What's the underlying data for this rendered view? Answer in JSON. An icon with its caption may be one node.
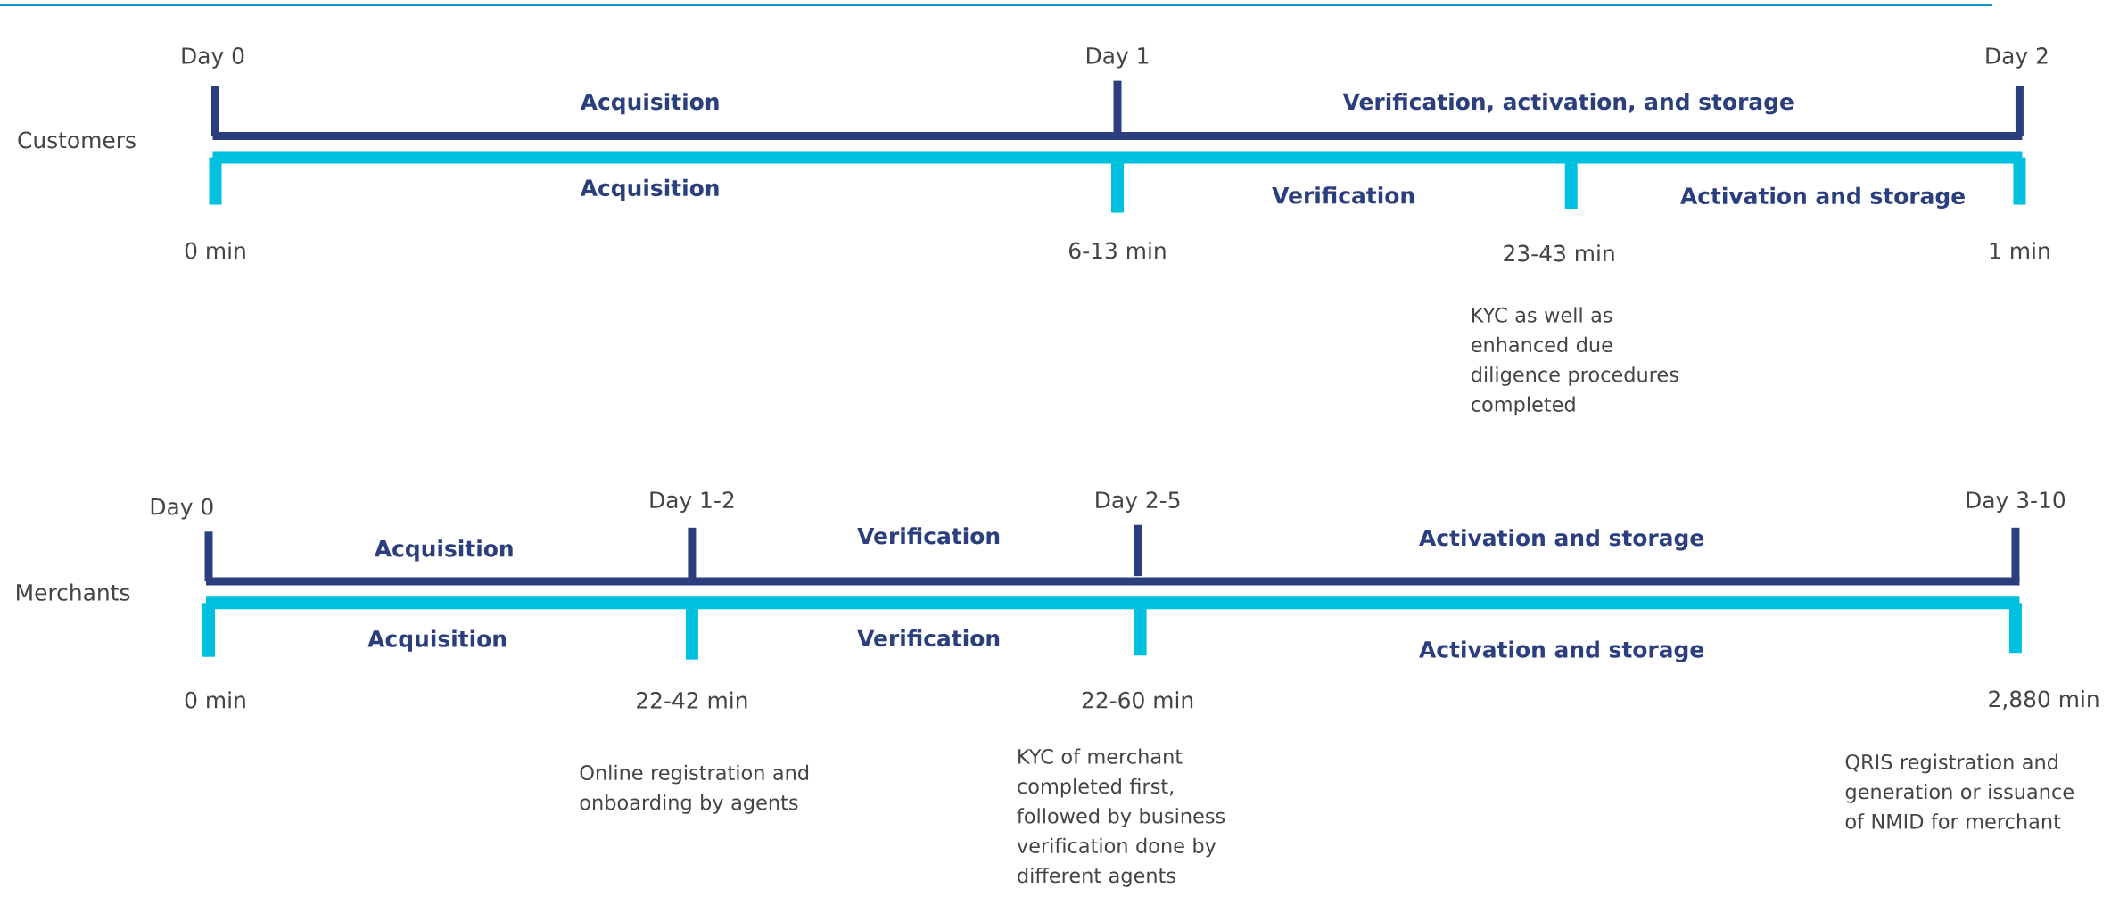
{
  "diagram": {
    "labels": [
      "Day 0",
      "Day 1",
      "Day 2",
      "Acquisition",
      "Verification, activation, and storage",
      "Customers",
      "Acquisition",
      "Verification",
      "Activation and storage",
      "0 min",
      "6-13 min",
      "23-43 min",
      "1 min",
      "KYC as well as enhanced due diligence procedures completed",
      "Day 0",
      "Day 1-2",
      "Day 2-5",
      "Day 3-10",
      "Acquisition",
      "Verification",
      "Activation and storage",
      "Merchants",
      "Acquisition",
      "Verification",
      "Activation and storage",
      "0 min",
      "22-42 min",
      "22-60 min",
      "2,880 min",
      "Online registration and onboarding by agents",
      "KYC of merchant completed first, followed by business verification done by different agents",
      "QRIS registration and generation or issuance of NMID for merchant"
    ]
  }
}
